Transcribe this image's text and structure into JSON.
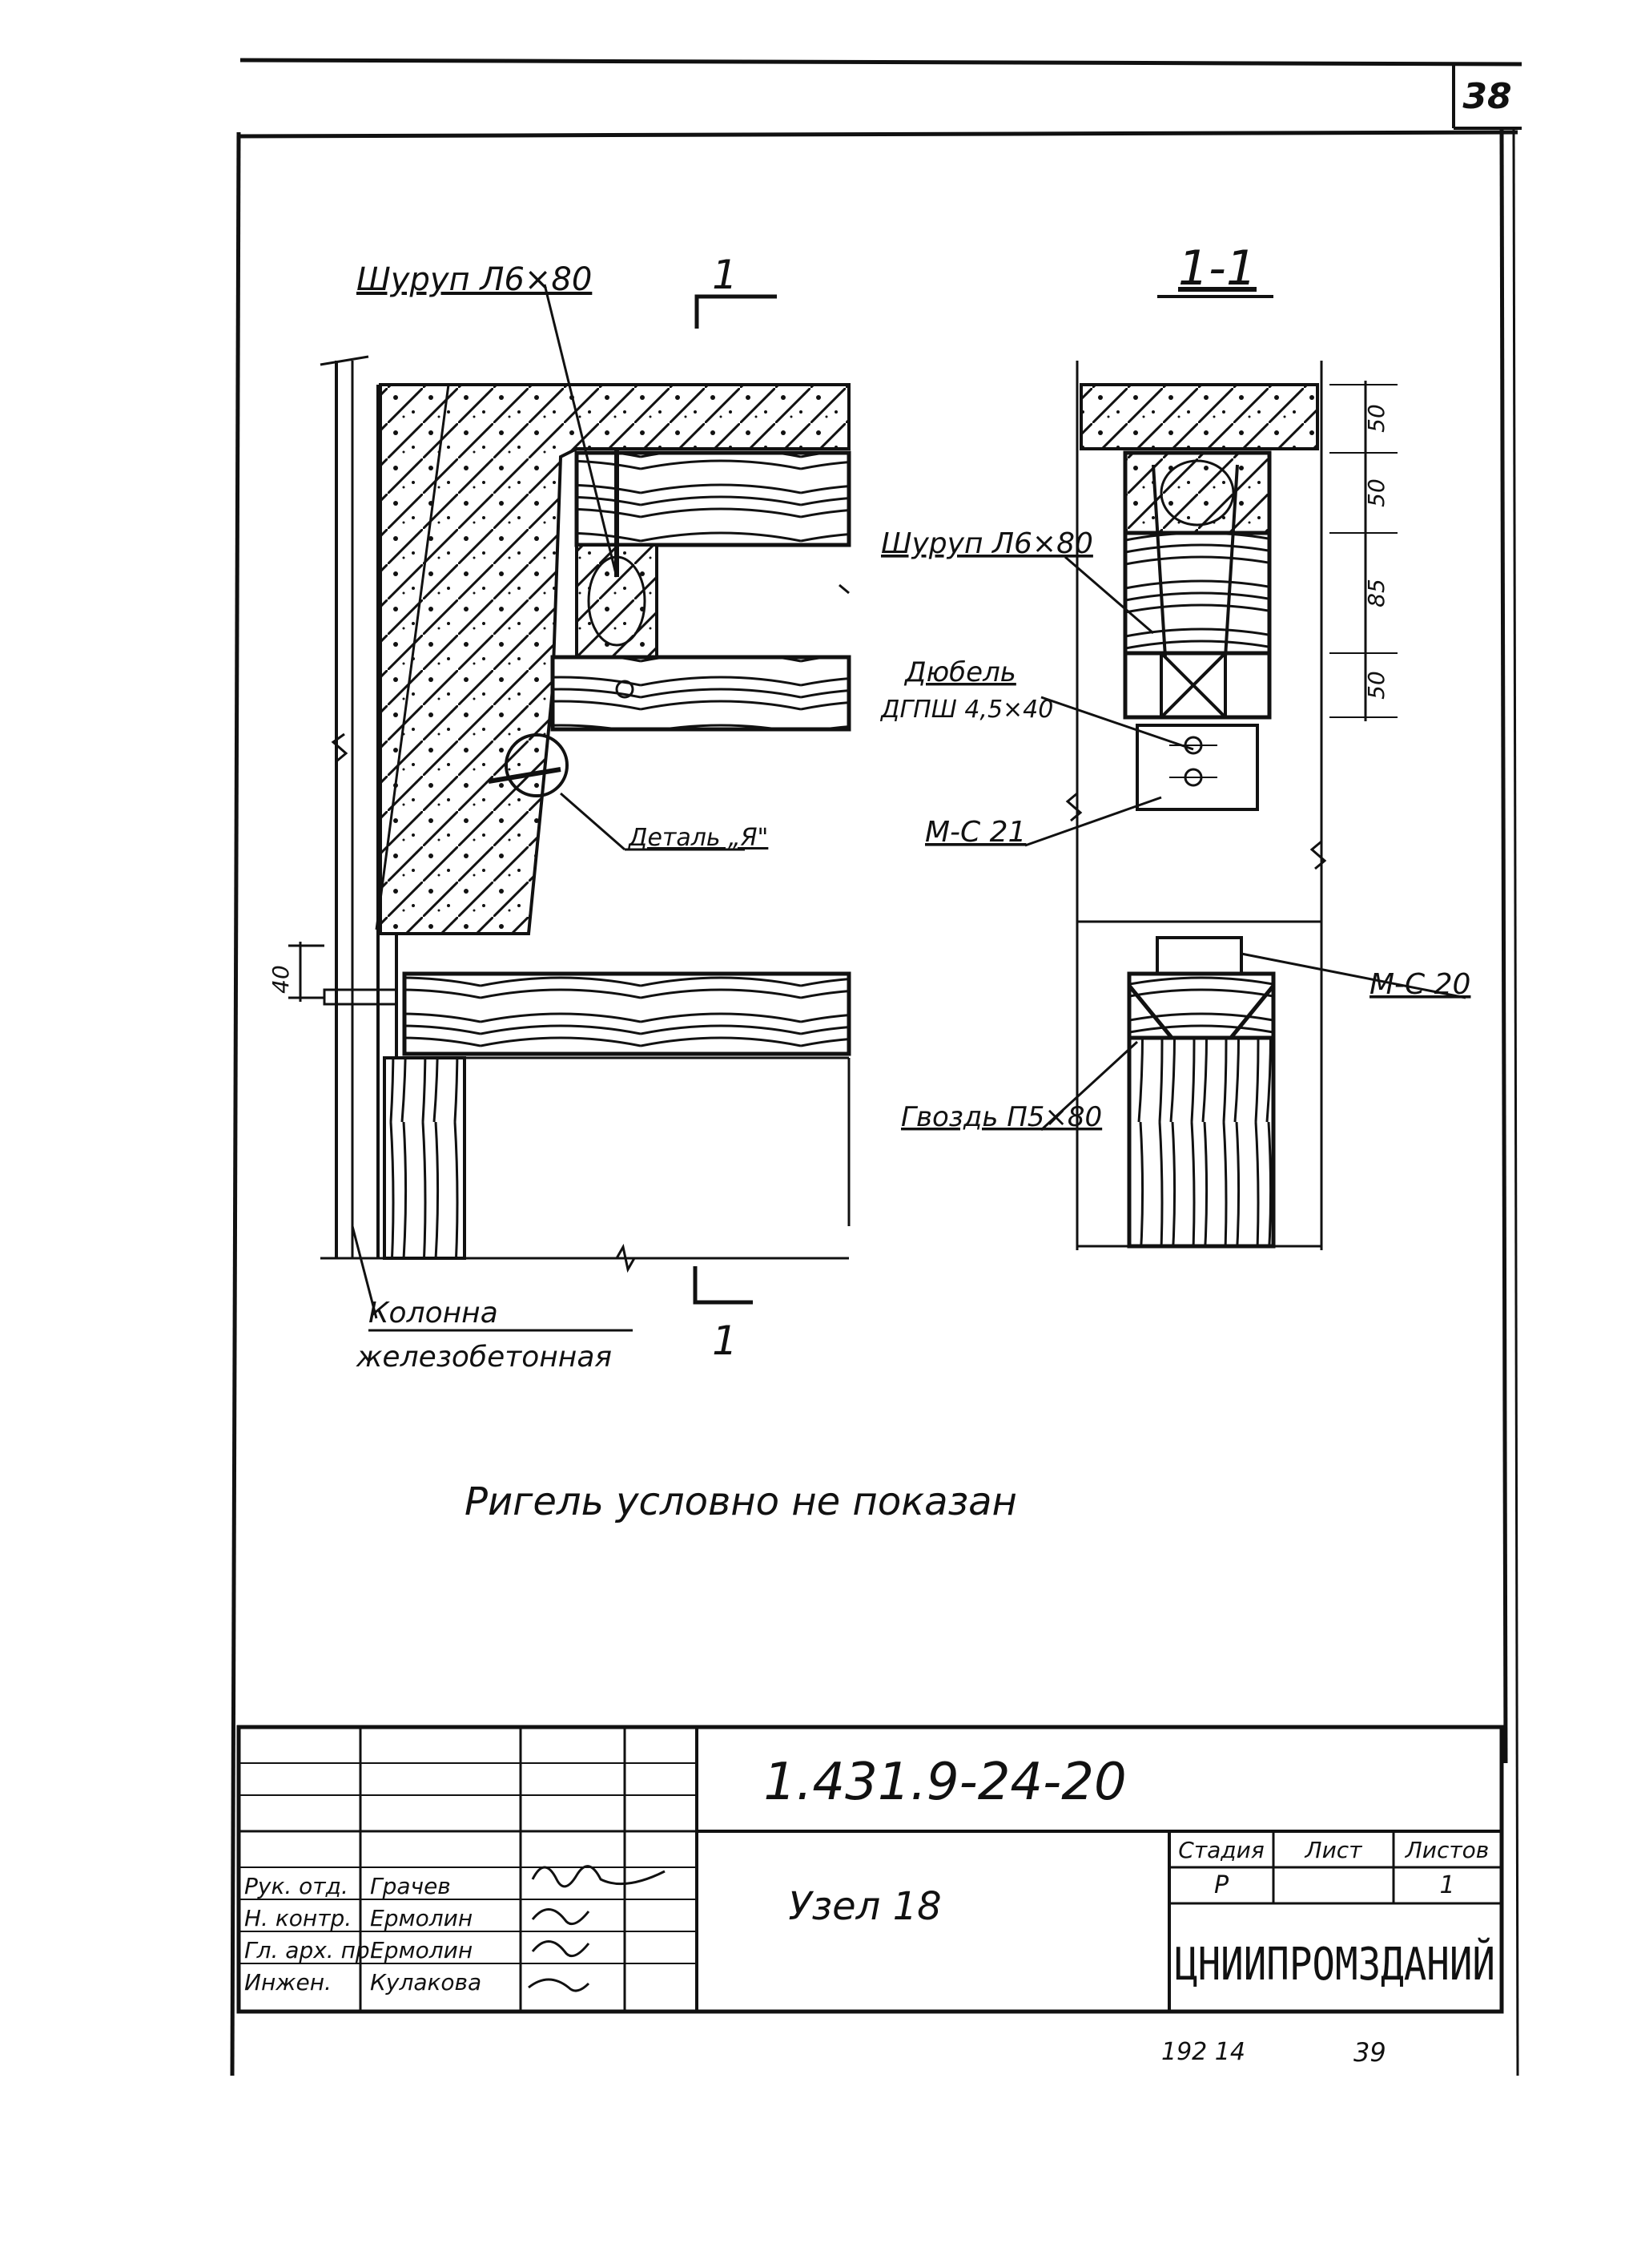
{
  "page_number": "38",
  "labels": {
    "screw_main": "Шуруп Л6×80",
    "section_mark_top": "1",
    "section_mark_bottom": "1",
    "section_title": "1-1",
    "screw_section": "Шуруп Л6×80",
    "dowel_line1": "Дюбель",
    "dowel_line2": "ДГПШ 4,5×40",
    "detail": "Деталь „Я\"",
    "m21": "М-С 21",
    "m20": "М-С 20",
    "nail": "Гвоздь П5×80",
    "column_line1": "Колонна",
    "column_line2": "железобетонная",
    "note": "Ригель условно не показан",
    "dim_left": "40"
  },
  "dims_section": [
    "50",
    "50",
    "85",
    "50"
  ],
  "title_block": {
    "doc_code": "1.431.9-24-20",
    "node_title": "Узел 18",
    "col_stage": "Стадия",
    "col_sheet": "Лист",
    "col_sheets": "Листов",
    "stage_value": "Р",
    "sheets_value": "1",
    "organization": "ЦНИИПРОМЗДАНИЙ",
    "roles": [
      {
        "role": "Рук. отд.",
        "name": "Грачев"
      },
      {
        "role": "Н. контр.",
        "name": "Ермолин"
      },
      {
        "role": "Гл. арх. пр.",
        "name": "Ермолин"
      },
      {
        "role": "Инжен.",
        "name": "Кулакова"
      }
    ],
    "footer_left": "192 14",
    "footer_right": "39"
  }
}
